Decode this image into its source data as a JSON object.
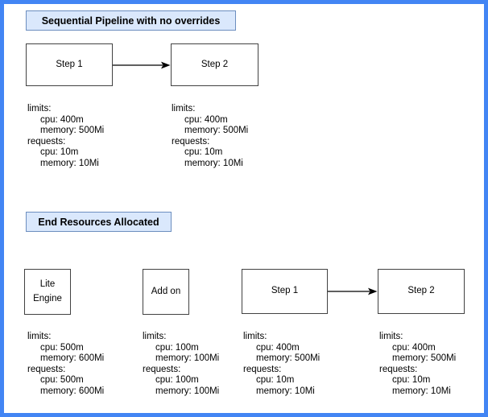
{
  "colors": {
    "frame_border": "#4285f4",
    "title_fill": "#dae8fc",
    "title_border": "#6c8ebf",
    "node_border": "#424242",
    "node_fill": "#ffffff",
    "arrow": "#000000",
    "text": "#000000"
  },
  "sections": {
    "pipeline": {
      "title": "Sequential Pipeline with no overrides",
      "nodes": {
        "step1": {
          "label": "Step 1"
        },
        "step2": {
          "label": "Step 2"
        }
      },
      "resources": {
        "step1": {
          "lines": [
            "limits:",
            "cpu: 400m",
            "memory: 500Mi",
            "requests:",
            "cpu: 10m",
            "memory: 10Mi"
          ]
        },
        "step2": {
          "lines": [
            "limits:",
            "cpu: 400m",
            "memory: 500Mi",
            "requests:",
            "cpu: 10m",
            "memory: 10Mi"
          ]
        }
      }
    },
    "end_resources": {
      "title": "End Resources Allocated",
      "nodes": {
        "lite_engine": {
          "label": "Lite Engine"
        },
        "add_on": {
          "label": "Add on"
        },
        "step1": {
          "label": "Step 1"
        },
        "step2": {
          "label": "Step 2"
        }
      },
      "resources": {
        "lite_engine": {
          "lines": [
            "limits:",
            "cpu: 500m",
            "memory: 600Mi",
            "requests:",
            "cpu: 500m",
            "memory: 600Mi"
          ]
        },
        "add_on": {
          "lines": [
            "limits:",
            "cpu: 100m",
            "memory: 100Mi",
            "requests:",
            "cpu: 100m",
            "memory: 100Mi"
          ]
        },
        "step1": {
          "lines": [
            "limits:",
            "cpu: 400m",
            "memory: 500Mi",
            "requests:",
            "cpu: 10m",
            "memory: 10Mi"
          ]
        },
        "step2": {
          "lines": [
            "limits:",
            "cpu: 400m",
            "memory: 500Mi",
            "requests:",
            "cpu: 10m",
            "memory: 10Mi"
          ]
        }
      }
    }
  }
}
